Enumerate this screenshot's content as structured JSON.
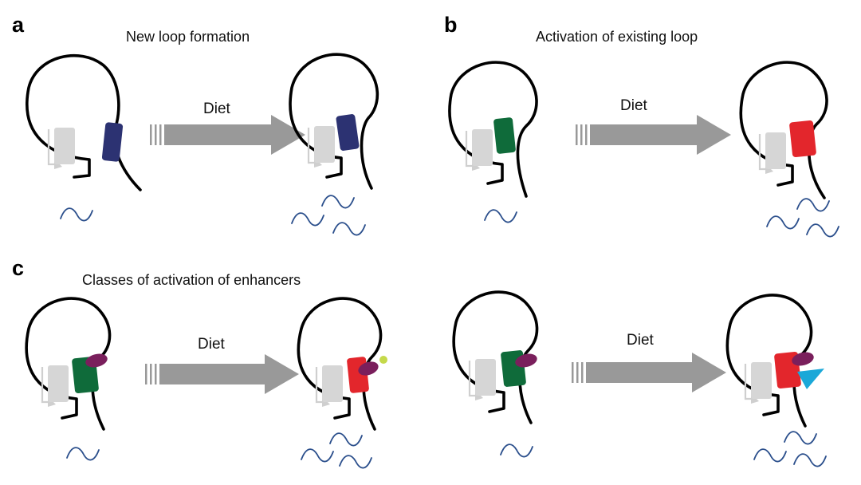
{
  "panels": {
    "a": {
      "letter": "a",
      "title": "New loop formation",
      "arrow_label": "Diet",
      "before": {
        "enhancer_color": "navy",
        "transcripts": 1
      },
      "after": {
        "enhancer_color": "navy",
        "transcripts": 3
      }
    },
    "b": {
      "letter": "b",
      "title": "Activation of existing loop",
      "arrow_label": "Diet",
      "before": {
        "enhancer_color": "green",
        "transcripts": 1
      },
      "after": {
        "enhancer_color": "red",
        "transcripts": 3
      }
    },
    "c": {
      "letter": "c",
      "title": "Classes of activation of enhancers",
      "left_arrow_label": "Diet",
      "right_arrow_label": "Diet",
      "left_before": {
        "enhancer_color": "green",
        "factor": "purple",
        "transcripts": 1
      },
      "left_after": {
        "enhancer_color": "red",
        "factor": "purple",
        "cofactor": "yellow-green",
        "transcripts": 3
      },
      "right_before": {
        "enhancer_color": "green",
        "factor": "purple",
        "transcripts": 1
      },
      "right_after": {
        "enhancer_color": "red",
        "factor": "purple",
        "cofactor": "cyan",
        "transcripts": 3
      }
    }
  },
  "colors": {
    "loop": "#000000",
    "promoter": "#d6d6d6",
    "arrow": "#999999",
    "navy": "#2c3272",
    "green": "#0f6b3a",
    "red": "#e3262c",
    "purple": "#7a1f5c",
    "yellow-green": "#c5d94a",
    "cyan": "#1ba8d8",
    "transcript": "#2b4f8c"
  }
}
